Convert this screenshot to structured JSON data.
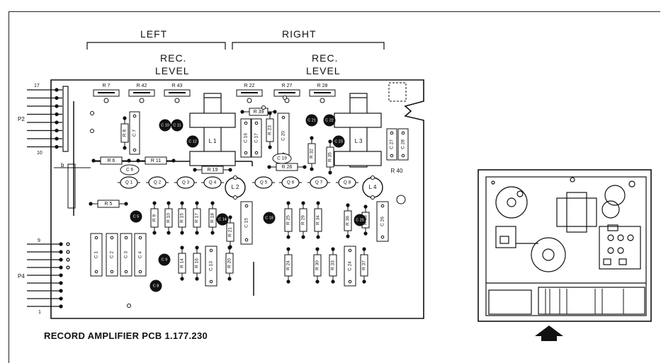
{
  "headers": {
    "left": "LEFT",
    "right": "RIGHT",
    "rec_level_left_1": "REC.",
    "rec_level_left_2": "LEVEL",
    "rec_level_right_1": "REC.",
    "rec_level_right_2": "LEVEL"
  },
  "caption": "RECORD AMPLIFIER PCB  1.177.230",
  "connectors": {
    "p2": "P2",
    "p2_pin_top": "17",
    "p2_pin_bottom": "10",
    "p4": "P4",
    "p4_pin_top": "9",
    "p4_pin_bottom": "1",
    "b": "b"
  },
  "pots": [
    "R 7",
    "R 42",
    "R 43",
    "R 22",
    "R 27",
    "R 28"
  ],
  "resistors_v": [
    "R 8",
    "R 9",
    "R 10",
    "R 15",
    "R 17",
    "R 18",
    "R 21",
    "R 14",
    "R 16",
    "R 20",
    "R 23",
    "R 32",
    "R 35",
    "R 25",
    "R 29",
    "R 34",
    "R 36",
    "R 24",
    "R 30",
    "R 33",
    "R 37",
    "R 38"
  ],
  "resistors_h": [
    "R 6",
    "R 11",
    "R 5",
    "R 19",
    "R 26",
    "R 39",
    "R 40"
  ],
  "caps_box": [
    "C 7",
    "C 1",
    "C 2",
    "C 3",
    "C 4",
    "C 13",
    "C 15",
    "C 16",
    "C 17",
    "C 20",
    "C 24",
    "C 26",
    "C 27",
    "C 28"
  ],
  "caps_round": [
    "C 5",
    "C 8",
    "C 9",
    "C 10",
    "C 11",
    "C 12",
    "C 14",
    "C 18",
    "C 21",
    "C 22",
    "C 23",
    "C 25",
    "C 6",
    "C 19"
  ],
  "transistors": [
    "Q 1",
    "Q 2",
    "Q 3",
    "Q 4",
    "Q 5",
    "Q 6",
    "Q 7",
    "Q 8"
  ],
  "coils": [
    "L 1",
    "L 2",
    "L 3",
    "L 4"
  ]
}
